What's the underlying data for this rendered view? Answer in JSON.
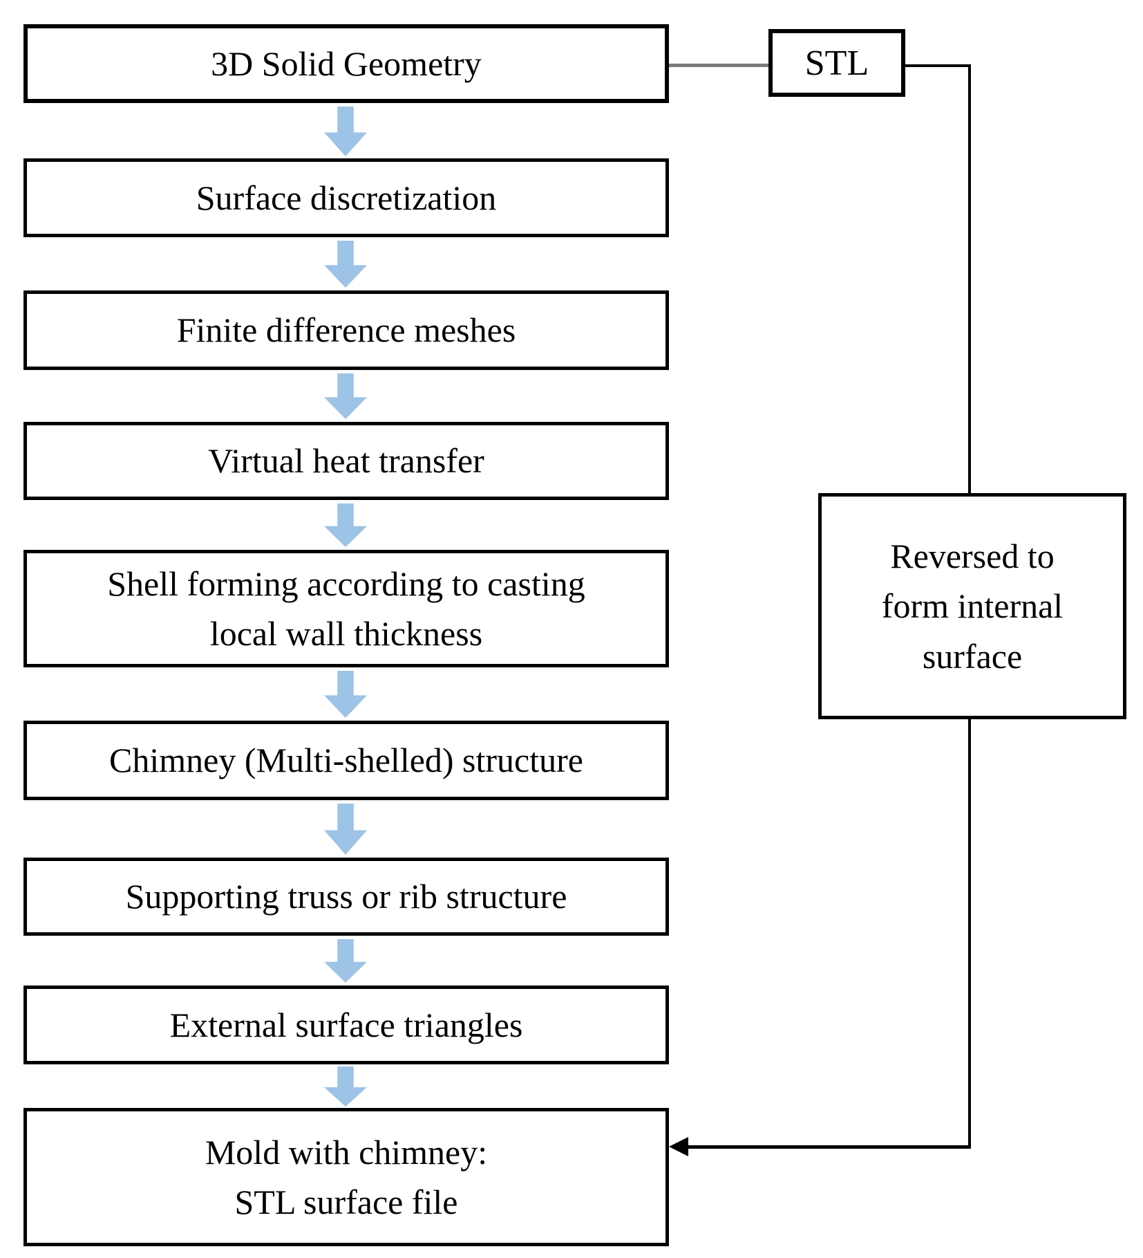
{
  "flow": {
    "steps": [
      {
        "id": "3d-solid-geometry",
        "label": "3D Solid Geometry"
      },
      {
        "id": "surface-discretization",
        "label": "Surface discretization"
      },
      {
        "id": "finite-difference-meshes",
        "label": "Finite difference meshes"
      },
      {
        "id": "virtual-heat-transfer",
        "label": "Virtual heat transfer"
      },
      {
        "id": "shell-forming",
        "label": "Shell forming according to casting\nlocal wall thickness"
      },
      {
        "id": "chimney-structure",
        "label": "Chimney (Multi-shelled) structure"
      },
      {
        "id": "supporting-truss",
        "label": "Supporting truss or rib structure"
      },
      {
        "id": "external-surface-triangles",
        "label": "External surface triangles"
      },
      {
        "id": "mold-with-chimney",
        "label": "Mold with chimney:\nSTL surface file"
      }
    ]
  },
  "side": {
    "stl_label": "STL",
    "reversed_label": "Reversed to\nform internal\nsurface"
  },
  "colors": {
    "arrow_blue": "#9DC3E6",
    "connector_gray": "#7B7B7B",
    "line_black": "#000000"
  }
}
